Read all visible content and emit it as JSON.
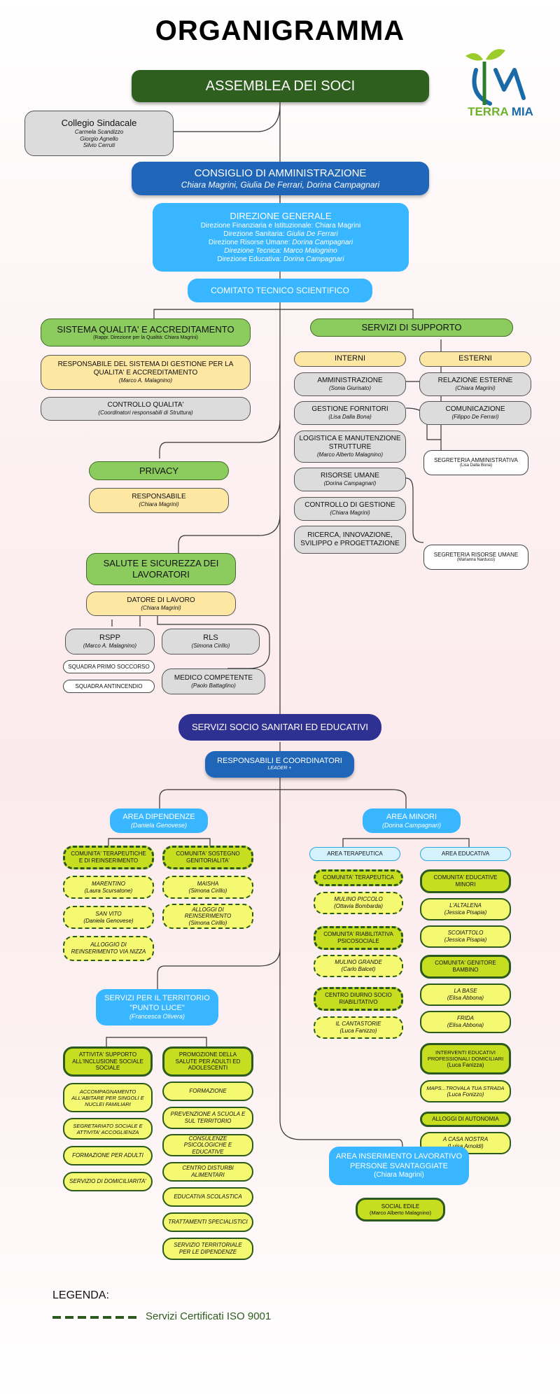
{
  "title": "ORGANIGRAMMA",
  "logo": {
    "text_a": "TERRA",
    "text_b": "MIA"
  },
  "assemblea": "ASSEMBLEA DEI SOCI",
  "collegio": {
    "title": "Collegio Sindacale",
    "members": [
      "Carmela Scandizzo",
      "Giorgio Agnello",
      "Silvio Cerruti"
    ]
  },
  "consiglio": {
    "title": "CONSIGLIO DI AMMINISTRAZIONE",
    "members": "Chiara Magrini, Giulia De Ferrari, Dorina Campagnari"
  },
  "direzione": {
    "title": "DIREZIONE GENERALE",
    "lines": [
      {
        "label": "Direzione Finanziaria e Istituzionale: ",
        "name": "Chiara Magrini"
      },
      {
        "label": "Direzione Sanitaria: ",
        "name": "Giulia De Ferrari"
      },
      {
        "label": "Direzione Risorse Umane: ",
        "name": "Dorina Campagnari"
      },
      {
        "label": "Direzione Tecnica: ",
        "name": "Marco Malognino"
      },
      {
        "label": "Direzione Educativa: ",
        "name": "Dorina Campagnari"
      }
    ]
  },
  "comitato": "COMITATO TECNICO SCIENTIFICO",
  "qualita": {
    "title": "SISTEMA QUALITA' E ACCREDITAMENTO",
    "sub": "(Rappr. Direzione per la Qualità: Chiara Magrini)",
    "resp": "RESPONSABILE DEL SISTEMA DI GESTIONE PER LA QUALITA' E ACCREDITAMENTO",
    "resp_sub": "(Marco A. Malagnino)",
    "controllo": "CONTROLLO QUALITA'",
    "controllo_sub": "(Coordinatori responsabili di Struttura)"
  },
  "privacy": {
    "title": "PRIVACY",
    "resp": "RESPONSABILE",
    "resp_sub": "(Chiara Magrini)"
  },
  "sicurezza": {
    "title": "SALUTE E SICUREZZA DEI LAVORATORI",
    "datore": "DATORE DI LAVORO",
    "datore_sub": "(Chiara Magrini)",
    "rspp": "RSPP",
    "rspp_sub": "(Marco A. Malagnino)",
    "rls": "RLS",
    "rls_sub": "(Simona Cirillo)",
    "primo": "SQUADRA PRIMO SOCCORSO",
    "antincendio": "SQUADRA ANTINCENDIO",
    "medico": "MEDICO COMPETENTE",
    "medico_sub": "(Paolo Battaglino)"
  },
  "supporto": {
    "title": "SERVIZI DI SUPPORTO",
    "interni": "INTERNI",
    "esterni": "ESTERNI",
    "interni_items": [
      {
        "t": "AMMINISTRAZIONE",
        "s": "(Sonia Giurisato)"
      },
      {
        "t": "GESTIONE FORNITORI",
        "s": "(Lisa Dalla Bona)"
      },
      {
        "t": "LOGISTICA E MANUTENZIONE STRUTTURE",
        "s": "(Marco Alberto Malagnino)"
      },
      {
        "t": "RISORSE UMANE",
        "s": "(Dorina Campagnari)"
      },
      {
        "t": "CONTROLLO DI GESTIONE",
        "s": "(Chiara Magrini)"
      },
      {
        "t": "RICERCA, INNOVAZIONE, SVILIPPO e PROGETTAZIONE",
        "s": ""
      }
    ],
    "esterni_items": [
      {
        "t": "RELAZIONE ESTERNE",
        "s": "(Chiara Magrini)"
      },
      {
        "t": "COMUNICAZIONE",
        "s": "(Filippo De Ferrari)"
      }
    ],
    "segr_amm": "SEGRETERIA AMMINISTRATIVA",
    "segr_amm_sub": "(Lisa Dalla Bona)",
    "segr_ru": "SEGRETERIA RISORSE UMANE",
    "segr_ru_sub": "(Marianna Narducci)"
  },
  "socio": {
    "title": "SERVIZI SOCIO SANITARI ED EDUCATIVI",
    "resp": "RESPONSABILI E COORDINATORI",
    "resp_sub": "LEADER +"
  },
  "dipendenze": {
    "title": "AREA DIPENDENZE",
    "sub": "(Daniela Genovese)",
    "col1": [
      {
        "t": "COMUNITA' TERAPEUTICHE E DI REINSERIMENTO",
        "s": ""
      },
      {
        "t": "MARENTINO",
        "s": "(Laura Scursatone)"
      },
      {
        "t": "SAN VITO",
        "s": "(Daniela Genovese)"
      },
      {
        "t": "ALLOGGIO DI REINSERIMENTO VIA NIZZA",
        "s": ""
      }
    ],
    "col2": [
      {
        "t": "COMUNITA' SOSTEGNO GENITORIALITA'",
        "s": ""
      },
      {
        "t": "MAISHA",
        "s": "(Simona Cirillo)"
      },
      {
        "t": "ALLOGGI DI REINSERIMENTO",
        "s": "(Simona Cirillo)"
      }
    ]
  },
  "territorio": {
    "title": "SERVIZI PER IL TERRITORIO \"PUNTO LUCE\"",
    "sub": "(Francesca Olivera)",
    "col1": [
      "ATTIVITA' SUPPORTO ALL'INCLUSIONE SOCIALE SOCIALE",
      "ACCOMPAGNAMENTO ALL'ABITARE PER SINGOLI E NUCLEI FAMILIARI",
      "SEGRETARIATO SOCIALE E ATTIVITA' ACCOGLIENZA",
      "FORMAZIONE PER ADULTI",
      "SERVIZIO DI DOMICILIARITA'"
    ],
    "col2": [
      "PROMOZIONE DELLA SALUTE PER ADULTI ED ADOLESCENTI",
      "FORMAZIONE",
      "PREVENZIONE A SCUOLA E SUL TERRITORIO",
      "CONSULENZE PSICOLOGICHE E EDUCATIVE",
      "CENTRO DISTURBI ALIMENTARI",
      "EDUCATIVA SCOLASTICA",
      "TRATTAMENTI SPECIALISTICI",
      "SERVIZIO TERRITORIALE PER LE DIPENDENZE"
    ]
  },
  "minori": {
    "title": "AREA MINORI",
    "sub": "(Dorina Campagnari)",
    "terapeutica": "AREA TERAPEUTICA",
    "educativa": "AREA EDUCATIVA",
    "ter_items": [
      {
        "t": "COMUNITA' TERAPEUTICA",
        "s": ""
      },
      {
        "t": "MULINO PICCOLO",
        "s": "(Ottavia Bombarda)"
      },
      {
        "t": "COMUNITA' RIABILITATIVA PSICOSOCIALE",
        "s": ""
      },
      {
        "t": "MULINO GRANDE",
        "s": "(Carlo Balcet)"
      },
      {
        "t": "CENTRO DIURNO SOCIO RIABILITATIVO",
        "s": ""
      },
      {
        "t": "IL CANTASTORIE",
        "s": "(Luca Fanizzo)"
      }
    ],
    "edu_items": [
      {
        "t": "COMUNITA' EDUCATIVE MINORI",
        "s": ""
      },
      {
        "t": "L'ALTALENA",
        "s": "(Jessica Pisapia)"
      },
      {
        "t": "SCOIATTOLO",
        "s": "(Jessica Pisapia)"
      },
      {
        "t": "COMUNITA' GENITORE BAMBINO",
        "s": ""
      },
      {
        "t": "LA BASE",
        "s": "(Elisa Abbona)"
      },
      {
        "t": "FRIDA",
        "s": "(Elisa Abbona)"
      },
      {
        "t": "INTERVENTI EDUCATIVI PROFESSIONALI DOMICILIARI",
        "s": "(Luca Fanizza)"
      },
      {
        "t": "MAPS...TROVALA TUA STRADA",
        "s": "(Luca Fonizzo)"
      },
      {
        "t": "ALLOGGI DI AUTONOMIA",
        "s": ""
      },
      {
        "t": "A CASA NOSTRA",
        "s": "(Luisa Arnoldi)"
      }
    ]
  },
  "inserimento": {
    "title": "AREA INSERIMENTO LAVORATIVO PERSONE SVANTAGGIATE",
    "sub": "(Chiara Magrini)",
    "item": "SOCIAL EDILE",
    "item_sub": "(Marco Alberto Malagnino)"
  },
  "legenda": {
    "title": "LEGENDA:",
    "text": "Servizi Certificati ISO 9001"
  }
}
